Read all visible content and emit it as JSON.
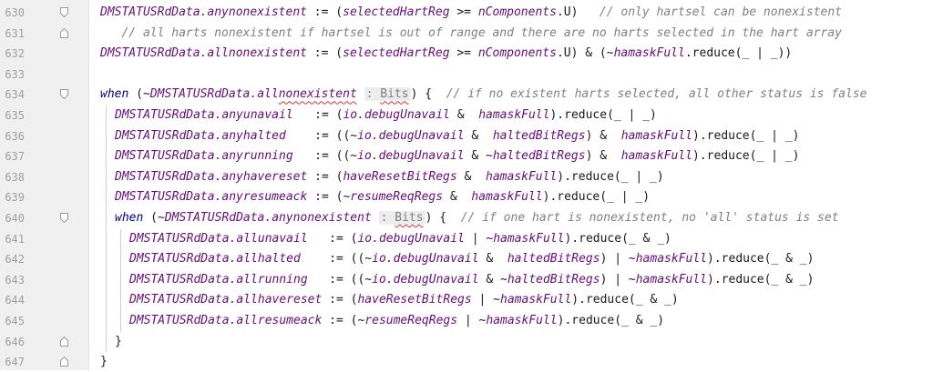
{
  "editor": {
    "lines": [
      {
        "num": "630",
        "indent": 0,
        "fold": "down",
        "segments": [
          {
            "c": "id",
            "t": "DMSTATUSRdData.anynonexistent"
          },
          {
            "c": "tx",
            "t": " := ("
          },
          {
            "c": "id",
            "t": "selectedHartReg"
          },
          {
            "c": "tx",
            "t": " >= "
          },
          {
            "c": "id",
            "t": "nComponents"
          },
          {
            "c": "tx",
            "t": ".U)   "
          },
          {
            "c": "cm",
            "t": "// only hartsel can be nonexistent"
          }
        ]
      },
      {
        "num": "631",
        "indent": 0,
        "fold": "up",
        "segments": [
          {
            "c": "cm",
            "t": "   // all harts nonexistent if hartsel is out of range and there are no harts selected in the hart array"
          }
        ]
      },
      {
        "num": "632",
        "indent": 0,
        "fold": "",
        "segments": [
          {
            "c": "id",
            "t": "DMSTATUSRdData.allnonexistent"
          },
          {
            "c": "tx",
            "t": " := ("
          },
          {
            "c": "id",
            "t": "selectedHartReg"
          },
          {
            "c": "tx",
            "t": " >= "
          },
          {
            "c": "id",
            "t": "nComponents"
          },
          {
            "c": "tx",
            "t": ".U) & (~"
          },
          {
            "c": "id",
            "t": "hamaskFull"
          },
          {
            "c": "tx",
            "t": ".reduce(_ | _))"
          }
        ]
      },
      {
        "num": "633",
        "indent": 0,
        "fold": "",
        "segments": []
      },
      {
        "num": "634",
        "indent": 0,
        "fold": "down",
        "segments": [
          {
            "c": "kw",
            "t": "when"
          },
          {
            "c": "tx",
            "t": " (~"
          },
          {
            "c": "id",
            "t": "DMSTATUSRdData.allnonexistent"
          },
          {
            "c": "tx",
            "t": " "
          },
          {
            "c": "hint",
            "t": ": Bits"
          },
          {
            "c": "tx",
            "t": ") {  "
          },
          {
            "c": "cm",
            "t": "// if no existent harts selected, all other status is false"
          }
        ]
      },
      {
        "num": "635",
        "indent": 1,
        "fold": "",
        "segments": [
          {
            "c": "id",
            "t": "DMSTATUSRdData.anyunavail"
          },
          {
            "c": "tx",
            "t": "   := ("
          },
          {
            "c": "id",
            "t": "io.debugUnavail"
          },
          {
            "c": "tx",
            "t": " &  "
          },
          {
            "c": "id",
            "t": "hamaskFull"
          },
          {
            "c": "tx",
            "t": ").reduce(_ | _)"
          }
        ]
      },
      {
        "num": "636",
        "indent": 1,
        "fold": "",
        "segments": [
          {
            "c": "id",
            "t": "DMSTATUSRdData.anyhalted"
          },
          {
            "c": "tx",
            "t": "    := ((~"
          },
          {
            "c": "id",
            "t": "io.debugUnavail"
          },
          {
            "c": "tx",
            "t": " &  "
          },
          {
            "c": "id",
            "t": "haltedBitRegs"
          },
          {
            "c": "tx",
            "t": ") &  "
          },
          {
            "c": "id",
            "t": "hamaskFull"
          },
          {
            "c": "tx",
            "t": ").reduce(_ | _)"
          }
        ]
      },
      {
        "num": "637",
        "indent": 1,
        "fold": "",
        "segments": [
          {
            "c": "id",
            "t": "DMSTATUSRdData.anyrunning"
          },
          {
            "c": "tx",
            "t": "   := ((~"
          },
          {
            "c": "id",
            "t": "io.debugUnavail"
          },
          {
            "c": "tx",
            "t": " & ~"
          },
          {
            "c": "id",
            "t": "haltedBitRegs"
          },
          {
            "c": "tx",
            "t": ") &  "
          },
          {
            "c": "id",
            "t": "hamaskFull"
          },
          {
            "c": "tx",
            "t": ").reduce(_ | _)"
          }
        ]
      },
      {
        "num": "638",
        "indent": 1,
        "fold": "",
        "segments": [
          {
            "c": "id",
            "t": "DMSTATUSRdData.anyhavereset"
          },
          {
            "c": "tx",
            "t": " := ("
          },
          {
            "c": "id",
            "t": "haveResetBitRegs"
          },
          {
            "c": "tx",
            "t": " &  "
          },
          {
            "c": "id",
            "t": "hamaskFull"
          },
          {
            "c": "tx",
            "t": ").reduce(_ | _)"
          }
        ]
      },
      {
        "num": "639",
        "indent": 1,
        "fold": "",
        "segments": [
          {
            "c": "id",
            "t": "DMSTATUSRdData.anyresumeack"
          },
          {
            "c": "tx",
            "t": " := (~"
          },
          {
            "c": "id",
            "t": "resumeReqRegs"
          },
          {
            "c": "tx",
            "t": " &  "
          },
          {
            "c": "id",
            "t": "hamaskFull"
          },
          {
            "c": "tx",
            "t": ").reduce(_ | _)"
          }
        ]
      },
      {
        "num": "640",
        "indent": 1,
        "fold": "down",
        "segments": [
          {
            "c": "kw",
            "t": "when"
          },
          {
            "c": "tx",
            "t": " (~"
          },
          {
            "c": "id",
            "t": "DMSTATUSRdData.anynonexistent"
          },
          {
            "c": "tx",
            "t": " "
          },
          {
            "c": "hint",
            "t": ": Bits"
          },
          {
            "c": "tx",
            "t": ") {  "
          },
          {
            "c": "cm",
            "t": "// if one hart is nonexistent, no 'all' status is set"
          }
        ]
      },
      {
        "num": "641",
        "indent": 2,
        "fold": "",
        "segments": [
          {
            "c": "id",
            "t": "DMSTATUSRdData.allunavail"
          },
          {
            "c": "tx",
            "t": "   := ("
          },
          {
            "c": "id",
            "t": "io.debugUnavail"
          },
          {
            "c": "tx",
            "t": " | ~"
          },
          {
            "c": "id",
            "t": "hamaskFull"
          },
          {
            "c": "tx",
            "t": ").reduce(_ & _)"
          }
        ]
      },
      {
        "num": "642",
        "indent": 2,
        "fold": "",
        "segments": [
          {
            "c": "id",
            "t": "DMSTATUSRdData.allhalted"
          },
          {
            "c": "tx",
            "t": "    := ((~"
          },
          {
            "c": "id",
            "t": "io.debugUnavail"
          },
          {
            "c": "tx",
            "t": " &  "
          },
          {
            "c": "id",
            "t": "haltedBitRegs"
          },
          {
            "c": "tx",
            "t": ") | ~"
          },
          {
            "c": "id",
            "t": "hamaskFull"
          },
          {
            "c": "tx",
            "t": ").reduce(_ & _)"
          }
        ]
      },
      {
        "num": "643",
        "indent": 2,
        "fold": "",
        "segments": [
          {
            "c": "id",
            "t": "DMSTATUSRdData.allrunning"
          },
          {
            "c": "tx",
            "t": "   := ((~"
          },
          {
            "c": "id",
            "t": "io.debugUnavail"
          },
          {
            "c": "tx",
            "t": " & ~"
          },
          {
            "c": "id",
            "t": "haltedBitRegs"
          },
          {
            "c": "tx",
            "t": ") | ~"
          },
          {
            "c": "id",
            "t": "hamaskFull"
          },
          {
            "c": "tx",
            "t": ").reduce(_ & _)"
          }
        ]
      },
      {
        "num": "644",
        "indent": 2,
        "fold": "",
        "segments": [
          {
            "c": "id",
            "t": "DMSTATUSRdData.allhavereset"
          },
          {
            "c": "tx",
            "t": " := ("
          },
          {
            "c": "id",
            "t": "haveResetBitRegs"
          },
          {
            "c": "tx",
            "t": " | ~"
          },
          {
            "c": "id",
            "t": "hamaskFull"
          },
          {
            "c": "tx",
            "t": ").reduce(_ & _)"
          }
        ]
      },
      {
        "num": "645",
        "indent": 2,
        "fold": "",
        "segments": [
          {
            "c": "id",
            "t": "DMSTATUSRdData.allresumeack"
          },
          {
            "c": "tx",
            "t": " := (~"
          },
          {
            "c": "id",
            "t": "resumeReqRegs"
          },
          {
            "c": "tx",
            "t": " | ~"
          },
          {
            "c": "id",
            "t": "hamaskFull"
          },
          {
            "c": "tx",
            "t": ").reduce(_ & _)"
          }
        ]
      },
      {
        "num": "646",
        "indent": 1,
        "fold": "up",
        "segments": [
          {
            "c": "tx",
            "t": "}"
          }
        ]
      },
      {
        "num": "647",
        "indent": 0,
        "fold": "up",
        "segments": [
          {
            "c": "tx",
            "t": "}"
          }
        ]
      }
    ]
  },
  "colors": {
    "keyword": "#000080",
    "identifier": "#660e7a",
    "comment": "#808080",
    "gutter_bg": "#f0f0f0",
    "error_squiggle": "#e03030"
  }
}
